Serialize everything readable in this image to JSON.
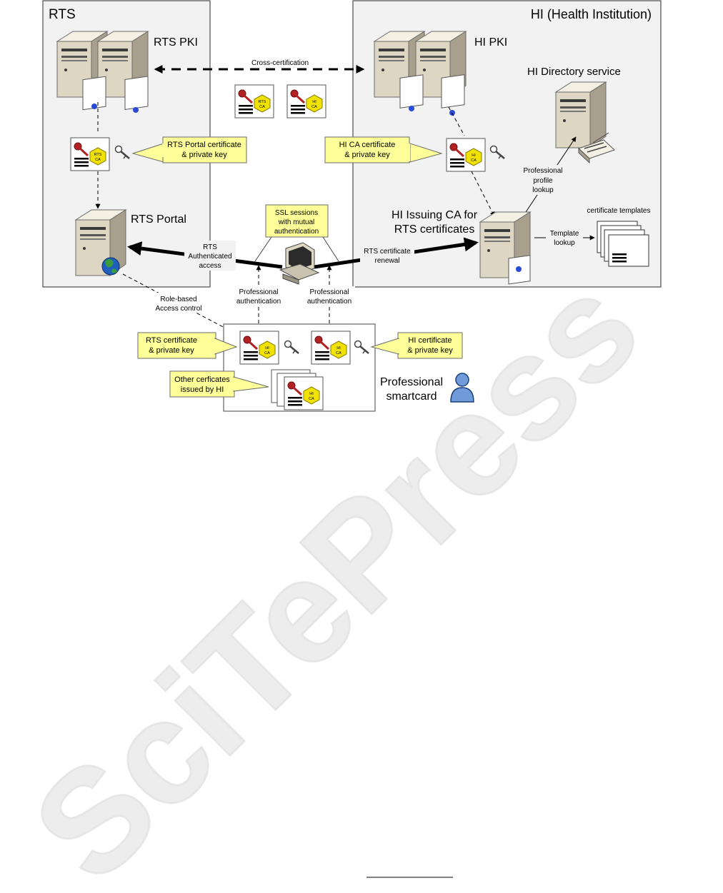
{
  "zones": {
    "rts": "RTS",
    "hi": "HI (Health Institution)"
  },
  "nodes": {
    "rts_pki": "RTS PKI",
    "hi_pki": "HI PKI",
    "hi_directory": "HI Directory service",
    "rts_portal": "RTS Portal",
    "hi_issuing_ca": [
      "HI Issuing CA for",
      "RTS certificates"
    ],
    "certificate_templates": "certificate templates",
    "smartcard": [
      "Professional",
      "smartcard"
    ]
  },
  "edges": {
    "cross_cert": "Cross-certification",
    "rts_access": [
      "RTS",
      "Authenticated",
      "access"
    ],
    "rts_renewal": [
      "RTS certificate",
      "renewal"
    ],
    "profile_lookup": [
      "Professional",
      "profile",
      "lookup"
    ],
    "template_lookup": [
      "Template",
      "lookup"
    ],
    "role_based": [
      "Role-based",
      "Access control"
    ],
    "prof_auth_left": [
      "Professional",
      "authentication"
    ],
    "prof_auth_right": [
      "Professional",
      "authentication"
    ]
  },
  "callouts": {
    "rts_portal_cert": [
      "RTS Portal certificate",
      "& private key"
    ],
    "hi_ca_cert": [
      "HI CA certificate",
      "& private key"
    ],
    "ssl": [
      "SSL sessions",
      "with mutual",
      "authentication"
    ],
    "rts_cert": [
      "RTS certificate",
      "& private key"
    ],
    "hi_cert": [
      "HI certificate",
      "& private key"
    ],
    "other_certs": [
      "Other cerficates",
      "issued by HI"
    ]
  },
  "badges": {
    "rts_ca": [
      "RTS",
      "CA"
    ],
    "hi_ca": [
      "HI",
      "CA"
    ]
  },
  "watermark": "SciTePress",
  "colors": {
    "callout_fill": "#ffff99",
    "zone_fill": "#f2f2f2",
    "server_body": "#ddd6c2",
    "badge_fill": "#f2e200",
    "key_red": "#b22222",
    "watermark": "#ebebeb"
  },
  "icons": [
    "server-icon",
    "certificate-icon",
    "key-icon",
    "globe-icon",
    "workstation-icon",
    "user-icon",
    "printer-icon"
  ]
}
